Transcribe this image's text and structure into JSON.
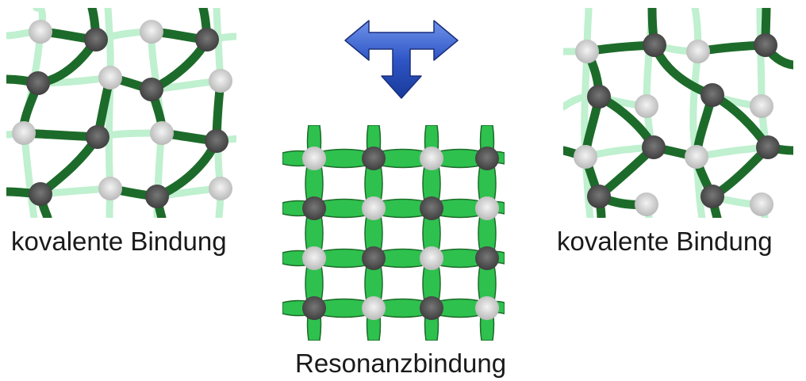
{
  "captions": {
    "left": "kovalente Bindung",
    "right": "kovalente Bindung",
    "center": "Resonanzbindung"
  },
  "colors": {
    "bond_dark": "#1d6b2a",
    "bond_light": "#bff0cf",
    "bond_medium": "#2ec14e",
    "atom_dark": "#555555",
    "atom_light": "#d8d8d8",
    "arrow_blue": "#2f56c6"
  },
  "icons": {
    "resonance_arrow": "t-shaped-double-arrow-icon"
  }
}
